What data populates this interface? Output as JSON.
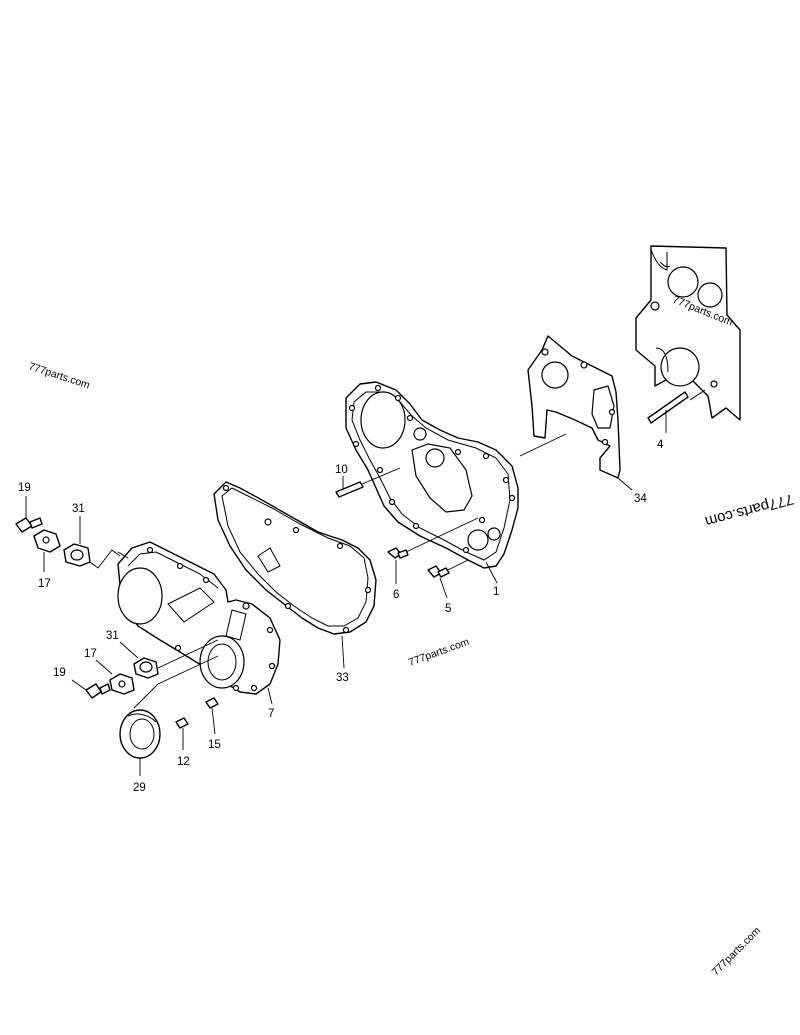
{
  "watermark": {
    "text_left": "777parts.com",
    "text_block": "777parts.com",
    "text_middle": "777parts.com",
    "text_right_flipped": "777parts.com",
    "text_bottom": "777parts.com"
  },
  "callouts": {
    "c1": "1",
    "c4": "4",
    "c5": "5",
    "c6": "6",
    "c7": "7",
    "c10": "10",
    "c12": "12",
    "c15": "15",
    "c17a": "17",
    "c17b": "17",
    "c19a": "19",
    "c19b": "19",
    "c29": "29",
    "c31a": "31",
    "c31b": "31",
    "c33": "33",
    "c34": "34"
  }
}
